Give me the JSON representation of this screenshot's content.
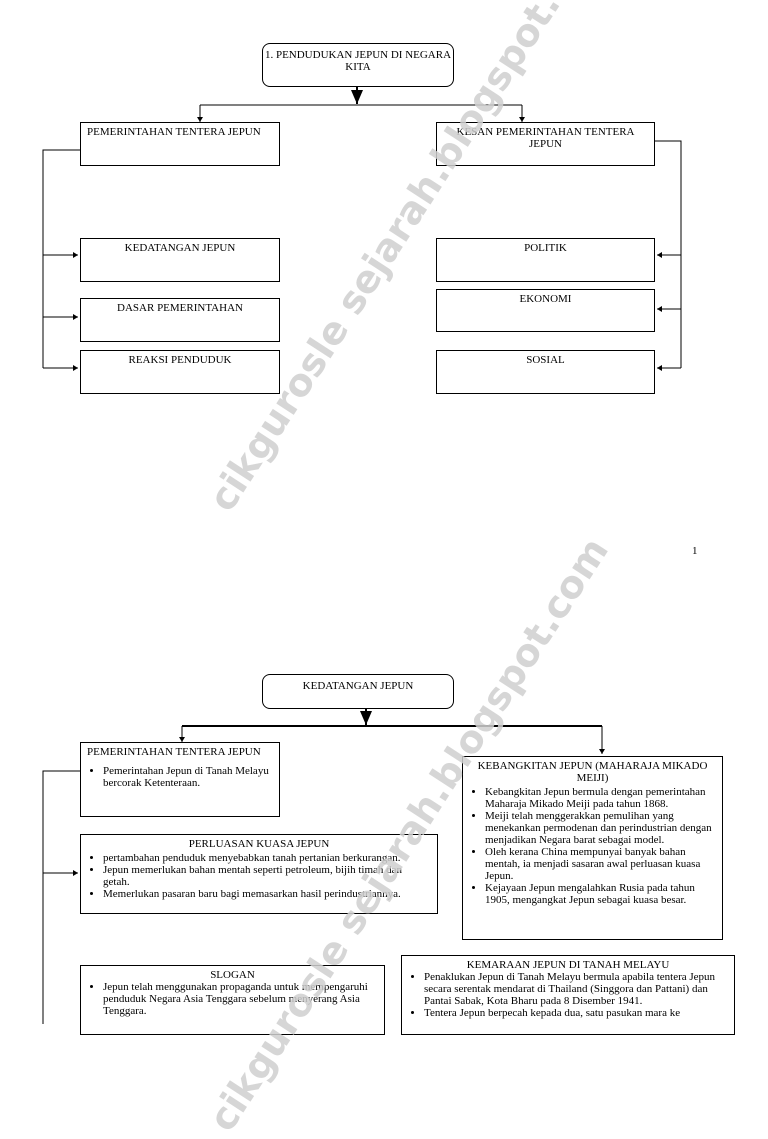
{
  "page1": {
    "title": "1. PENDUDUKAN JEPUN DI NEGARA KITA",
    "left_head": "PEMERINTAHAN TENTERA JEPUN",
    "right_head": "KESAN PEMERINTAHAN TENTERA JEPUN",
    "left_items": [
      "KEDATANGAN JEPUN",
      "DASAR PEMERINTAHAN",
      "REAKSI PENDUDUK"
    ],
    "right_items": [
      "POLITIK",
      "EKONOMI",
      "SOSIAL"
    ],
    "page_number": "1"
  },
  "page2": {
    "title": "KEDATANGAN JEPUN",
    "pemerintahan": {
      "title": "PEMERINTAHAN TENTERA JEPUN",
      "bullets": [
        "Pemerintahan Jepun di Tanah Melayu bercorak Ketenteraan."
      ]
    },
    "perluasan": {
      "title": "PERLUASAN KUASA JEPUN",
      "bullets": [
        "pertambahan penduduk menyebabkan tanah pertanian berkurangan.",
        "Jepun memerlukan bahan mentah seperti petroleum, bijih timah dan getah.",
        "Memerlukan pasaran baru bagi memasarkan hasil perindustriannya."
      ]
    },
    "kebangkitan": {
      "title": "KEBANGKITAN JEPUN (MAHARAJA MIKADO MEIJI)",
      "bullets": [
        "Kebangkitan Jepun bermula dengan pemerintahan Maharaja Mikado Meiji pada tahun 1868.",
        "Meiji telah menggerakkan pemulihan yang menekankan permodenan dan perindustrian dengan menjadikan Negara barat sebagai model.",
        "Oleh kerana China mempunyai banyak bahan mentah, ia menjadi sasaran awal perluasan kuasa Jepun.",
        "Kejayaan Jepun mengalahkan Rusia pada tahun 1905, mengangkat Jepun sebagai kuasa besar."
      ]
    },
    "slogan": {
      "title": "SLOGAN",
      "bullets": [
        "Jepun telah menggunakan propaganda untuk mempengaruhi penduduk Negara Asia Tenggara sebelum menyerang Asia Tenggara."
      ]
    },
    "kemaraan": {
      "title": "KEMARAAN JEPUN DI TANAH MELAYU",
      "bullets": [
        "Penaklukan Jepun di Tanah Melayu bermula apabila tentera Jepun secara serentak mendarat di Thailand (Singgora dan Pattani) dan Pantai Sabak, Kota Bharu pada 8 Disember 1941.",
        "Tentera Jepun berpecah kepada dua, satu pasukan mara ke"
      ]
    }
  },
  "watermark": "cikgurosle sejarah.blogspot.com"
}
